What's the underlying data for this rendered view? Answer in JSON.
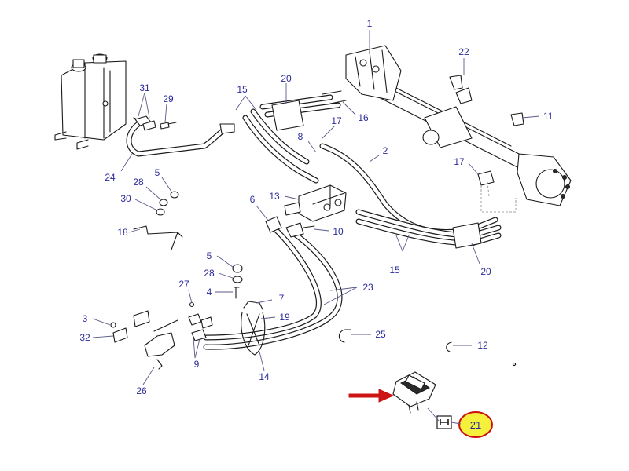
{
  "callouts": [
    {
      "label": "1"
    },
    {
      "label": "22"
    },
    {
      "label": "11"
    },
    {
      "label": "31"
    },
    {
      "label": "29"
    },
    {
      "label": "20"
    },
    {
      "label": "15"
    },
    {
      "label": "16"
    },
    {
      "label": "17"
    },
    {
      "label": "8"
    },
    {
      "label": "2"
    },
    {
      "label": "24"
    },
    {
      "label": "5"
    },
    {
      "label": "28"
    },
    {
      "label": "30"
    },
    {
      "label": "17"
    },
    {
      "label": "6"
    },
    {
      "label": "13"
    },
    {
      "label": "10"
    },
    {
      "label": "18"
    },
    {
      "label": "5"
    },
    {
      "label": "28"
    },
    {
      "label": "4"
    },
    {
      "label": "27"
    },
    {
      "label": "7"
    },
    {
      "label": "15"
    },
    {
      "label": "20"
    },
    {
      "label": "23"
    },
    {
      "label": "3"
    },
    {
      "label": "32"
    },
    {
      "label": "19"
    },
    {
      "label": "25"
    },
    {
      "label": "12"
    },
    {
      "label": "9"
    },
    {
      "label": "14"
    },
    {
      "label": "26"
    },
    {
      "label": "21"
    }
  ],
  "highlight": {
    "label": "21",
    "fill_color": "#f5f03c",
    "ring_color": "#cc1010"
  },
  "arrow_color": "#cc1414",
  "icons": [
    "assembly-kit-icon"
  ]
}
